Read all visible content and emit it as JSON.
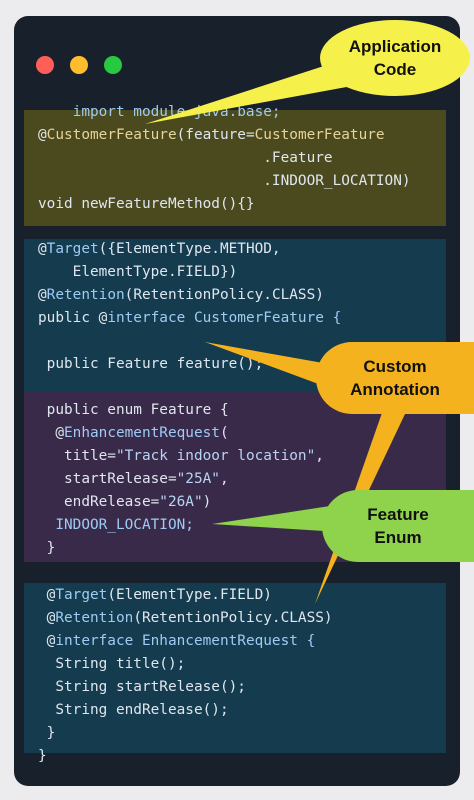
{
  "colors": {
    "background": "#18202c",
    "application_block": "#4b4a1e",
    "annotation_block": "#153c4e",
    "enum_block": "#3a2a4a",
    "yellow_callout": "#f6f04a",
    "orange_callout": "#f5b21f",
    "green_callout": "#8fd24b"
  },
  "window_controls": [
    "close-dot",
    "minimize-dot",
    "maximize-dot"
  ],
  "callouts": {
    "application": "Application\nCode",
    "annotation": "Custom\nAnnotation",
    "enum": "Feature\nEnum"
  },
  "code": {
    "import": {
      "kw": "import module java.base;"
    },
    "app1": {
      "pre": "@",
      "ann": "CustomerFeature",
      "mid": "(feature=",
      "type": "CustomerFeature"
    },
    "app2": {
      "text": "                          .Feature"
    },
    "app3": {
      "text": "                          .INDOOR_LOCATION)"
    },
    "app4": {
      "text": "void newFeatureMethod(){}"
    },
    "tgt1": {
      "pre": "@",
      "ann": "Target",
      "rest": "({ElementType.METHOD,"
    },
    "tgt2": {
      "text": "    ElementType.FIELD})"
    },
    "ret1": {
      "pre": "@",
      "ann": "Retention",
      "rest": "(RetentionPolicy.CLASS)"
    },
    "iface1": {
      "pre": "public @",
      "kw": "interface",
      "rest": " CustomerFeature {"
    },
    "feat": {
      "text": " public Feature feature();"
    },
    "enum1": {
      "text": " public enum Feature {"
    },
    "enum2": {
      "pre": "  @",
      "ann": "EnhancementRequest",
      "rest": "("
    },
    "enum3": {
      "pre": "   title=",
      "str": "\"Track indoor location\"",
      "rest": ","
    },
    "enum4": {
      "pre": "   startRelease=",
      "str": "\"25A\"",
      "rest": ","
    },
    "enum5": {
      "pre": "   endRelease=",
      "str": "\"26A\"",
      "rest": ")"
    },
    "enum6": {
      "text": "  INDOOR_LOCATION;"
    },
    "enum7": {
      "text": " }"
    },
    "er1": {
      "pre": " @",
      "ann": "Target",
      "rest": "(ElementType.FIELD)"
    },
    "er2": {
      "pre": " @",
      "ann": "Retention",
      "rest": "(RetentionPolicy.CLASS)"
    },
    "er3": {
      "pre": " @",
      "kw": "interface",
      "rest": " EnhancementRequest {"
    },
    "er4": {
      "text": "  String title();"
    },
    "er5": {
      "text": "  String startRelease();"
    },
    "er6": {
      "text": "  String endRelease();"
    },
    "er7": {
      "text": " }"
    },
    "close": {
      "text": "}"
    }
  }
}
